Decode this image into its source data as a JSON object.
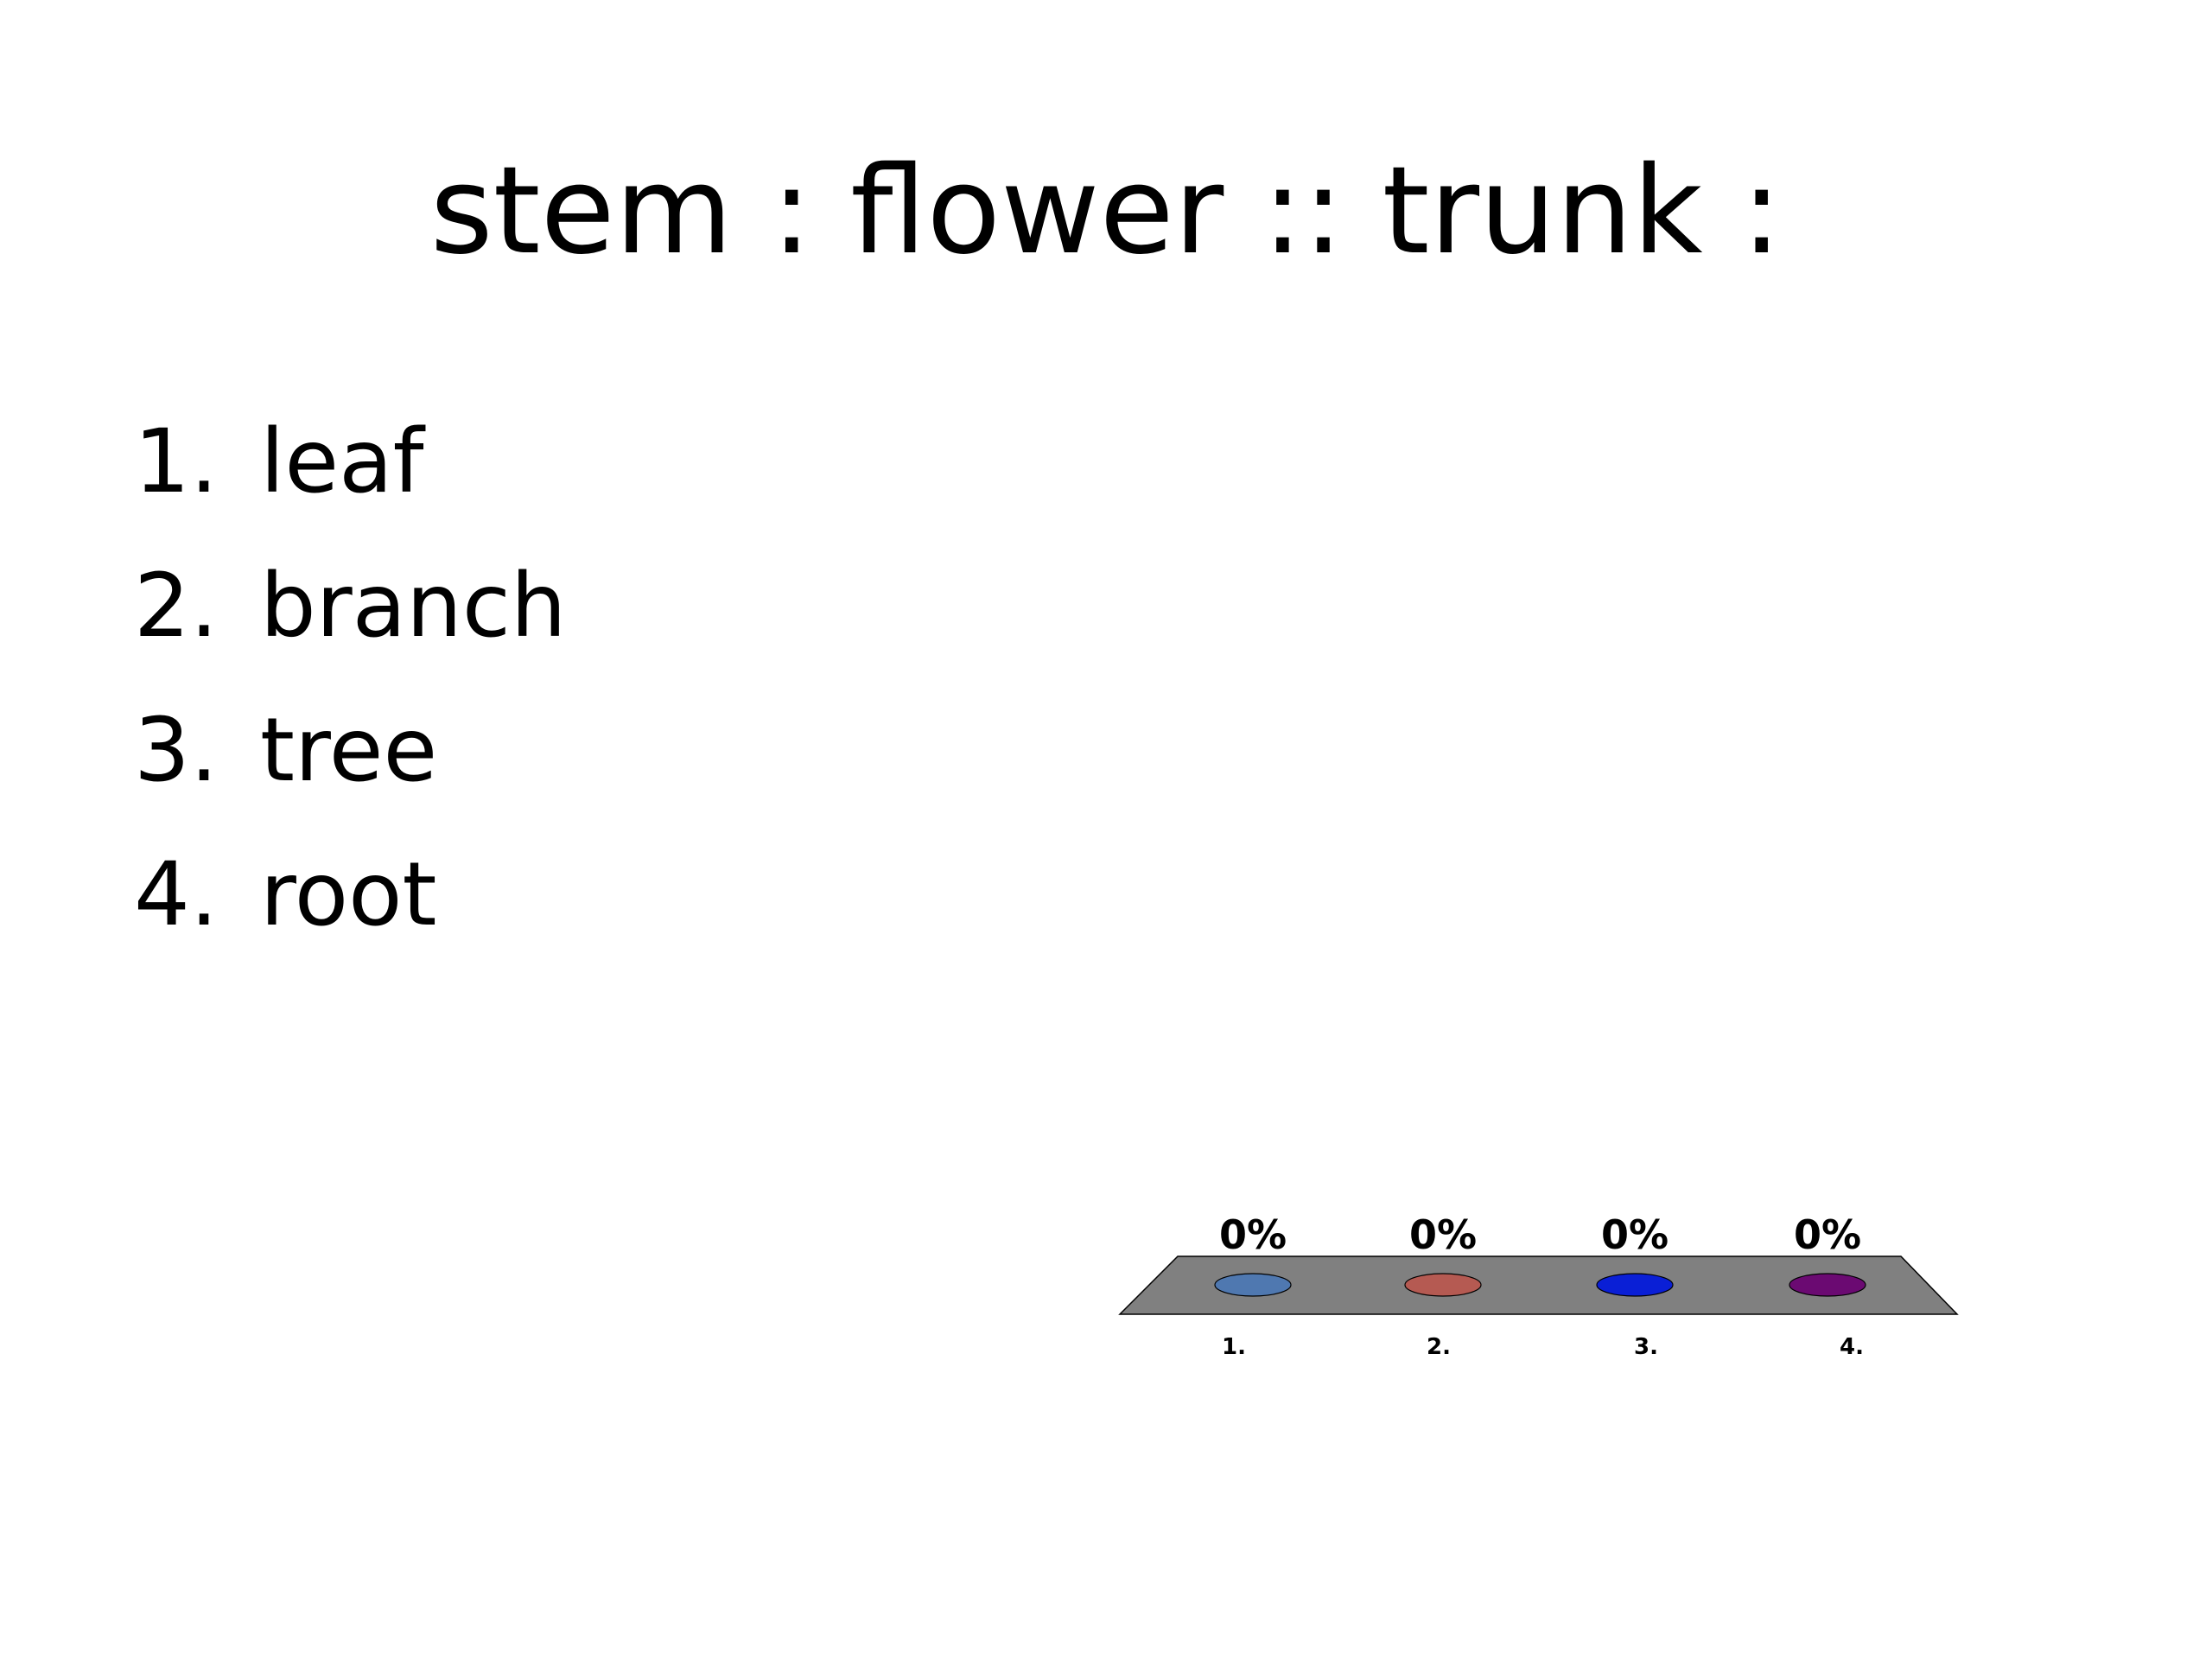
{
  "slide": {
    "title": "stem : flower :: trunk :",
    "answers": [
      {
        "number": "1.",
        "text": "leaf"
      },
      {
        "number": "2.",
        "text": "branch"
      },
      {
        "number": "3.",
        "text": "tree"
      },
      {
        "number": "4.",
        "text": "root"
      }
    ]
  },
  "chart_data": {
    "type": "bar",
    "categories": [
      "1.",
      "2.",
      "3.",
      "4."
    ],
    "values": [
      0,
      0,
      0,
      0
    ],
    "data_labels": [
      "0%",
      "0%",
      "0%",
      "0%"
    ],
    "ylim": [
      0,
      100
    ],
    "value_unit": "%",
    "colors": [
      "#4f78b0",
      "#b55a52",
      "#0a1fd6",
      "#6b0a72"
    ],
    "floor_color": "#808080",
    "grid": false,
    "legend": "none",
    "title": "",
    "xlabel": "",
    "ylabel": ""
  }
}
